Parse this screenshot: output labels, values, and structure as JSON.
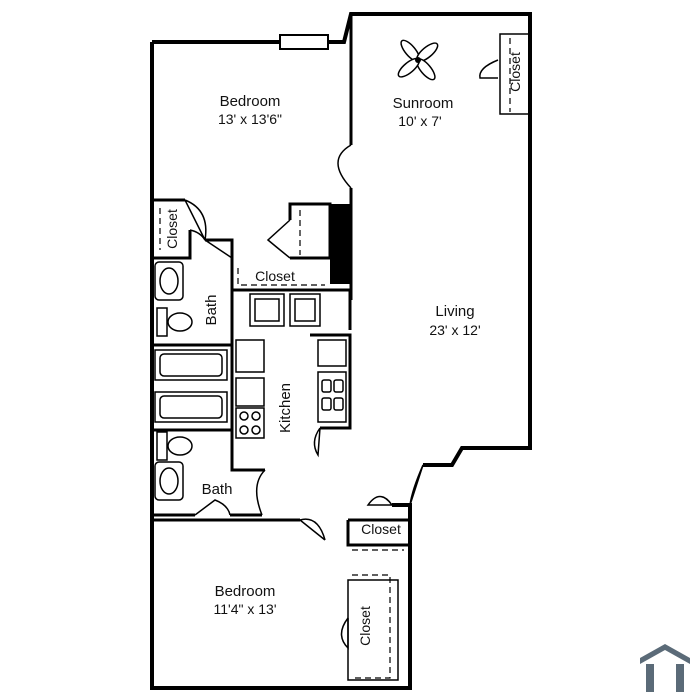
{
  "rooms": {
    "bedroom1": {
      "name": "Bedroom",
      "size": "13' x 13'6\""
    },
    "sunroom": {
      "name": "Sunroom",
      "size": "10' x 7'"
    },
    "living": {
      "name": "Living",
      "size": "23' x 12'"
    },
    "kitchen": {
      "name": "Kitchen"
    },
    "bath_upper": {
      "name": "Bath"
    },
    "bath_lower": {
      "name": "Bath"
    },
    "bedroom2": {
      "name": "Bedroom",
      "size": "11'4\" x 13'"
    }
  },
  "closets": {
    "sunroom": "Closet",
    "bedroom1_side": "Closet",
    "hall": "Closet",
    "entry": "Closet",
    "bedroom2": "Closet"
  },
  "icons": {
    "ceiling_fan": "ceiling-fan-icon",
    "home_logo": "home-icon"
  },
  "colors": {
    "walls": "#000000",
    "background": "#ffffff",
    "logo": "#5b6b78"
  }
}
